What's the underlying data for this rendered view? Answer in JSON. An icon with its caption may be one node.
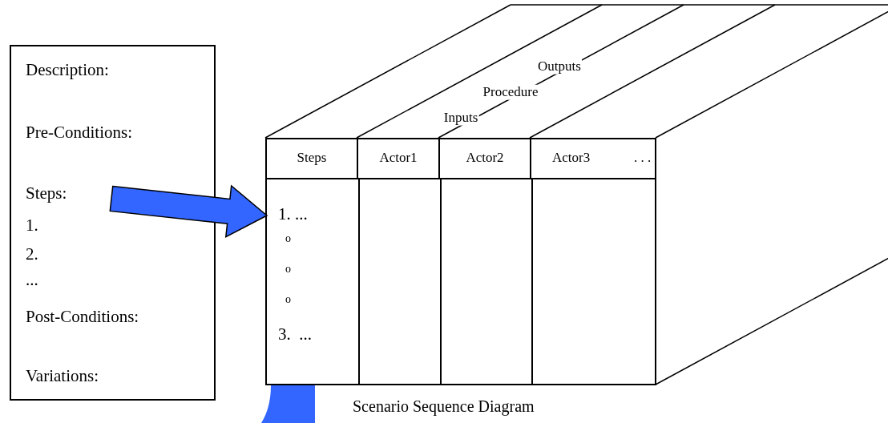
{
  "diagram": {
    "caption": "Scenario Sequence Diagram",
    "nodes": [
      {
        "text": [
          "Description:",
          "Pre-Conditions:",
          "Steps:",
          "1.",
          "2.",
          "...",
          "Post-Conditions:",
          "Variations:"
        ]
      },
      {
        "text": [
          "Steps",
          "Actor1",
          "Actor2",
          "Actor3",
          ". . ."
        ]
      },
      {
        "text": [
          "1. ...",
          "o",
          "o",
          "o",
          "3.  ..."
        ],
        "in": 1
      },
      {
        "text": [],
        "shape": "box",
        "in": 1
      },
      {
        "text": [],
        "shape": "box",
        "in": 1
      },
      {
        "text": [],
        "shape": "box",
        "in": 1
      }
    ],
    "edges": [
      {
        "from": 0,
        "to": 2,
        "arrow": "to",
        "color": "#3366ff"
      }
    ],
    "labels": [
      "Outputs",
      "Procedure",
      "Inputs"
    ]
  }
}
